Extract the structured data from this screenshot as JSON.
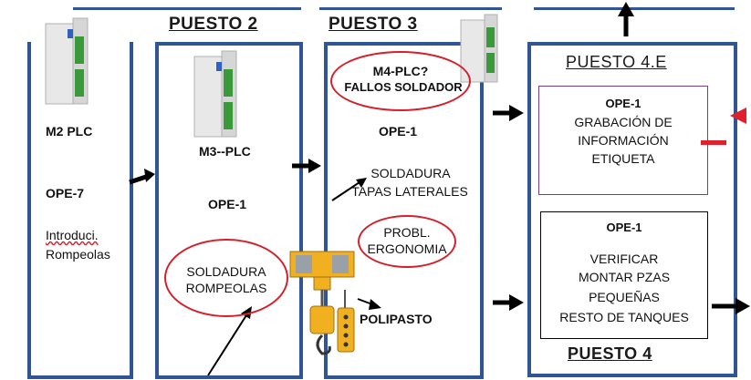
{
  "stations": {
    "s2": {
      "title": "PUESTO 2"
    },
    "s3": {
      "title": "PUESTO 3"
    },
    "s4e": {
      "title": "PUESTO 4.E"
    },
    "s4": {
      "title": "PUESTO 4"
    }
  },
  "labels": {
    "m2_plc": "M2 PLC",
    "ope7": "OPE-7",
    "introduci": "Introduci.",
    "rompeolas": "Rompeolas",
    "m3_plc": "M3--PLC",
    "s2_ope": "OPE-1",
    "s2_task_line1": "SOLDADURA",
    "s2_task_line2": "ROMPEOLAS",
    "m4_plc": "M4-PLC?",
    "fallos": "FALLOS SOLDADOR",
    "s3_ope": "OPE-1",
    "s3_task_line1": "SOLDADURA",
    "s3_task_line2": "TAPAS LATERALES",
    "probl_line1": "PROBL.",
    "probl_line2": "ERGONOMIA",
    "polipasto": "POLIPASTO",
    "s4e_ope": "OPE-1",
    "s4e_line1": "GRABACIÓN DE",
    "s4e_line2": "INFORMACIÓN",
    "s4e_line3": "ETIQUETA",
    "s4_ope": "OPE-1",
    "s4_line1": "VERIFICAR",
    "s4_line2": "MONTAR PZAS",
    "s4_line3": "PEQUEÑAS",
    "s4_line4": "RESTO DE TANQUES"
  },
  "colors": {
    "station_border": "#2f5597",
    "highlight_oval": "#d4202b",
    "box_4e_border": "#7b3f7b",
    "arrow": "#000000",
    "hoist": "#f0b020"
  },
  "icons": [
    "plc-module-icon",
    "hoist-icon",
    "flow-arrow-icon"
  ]
}
